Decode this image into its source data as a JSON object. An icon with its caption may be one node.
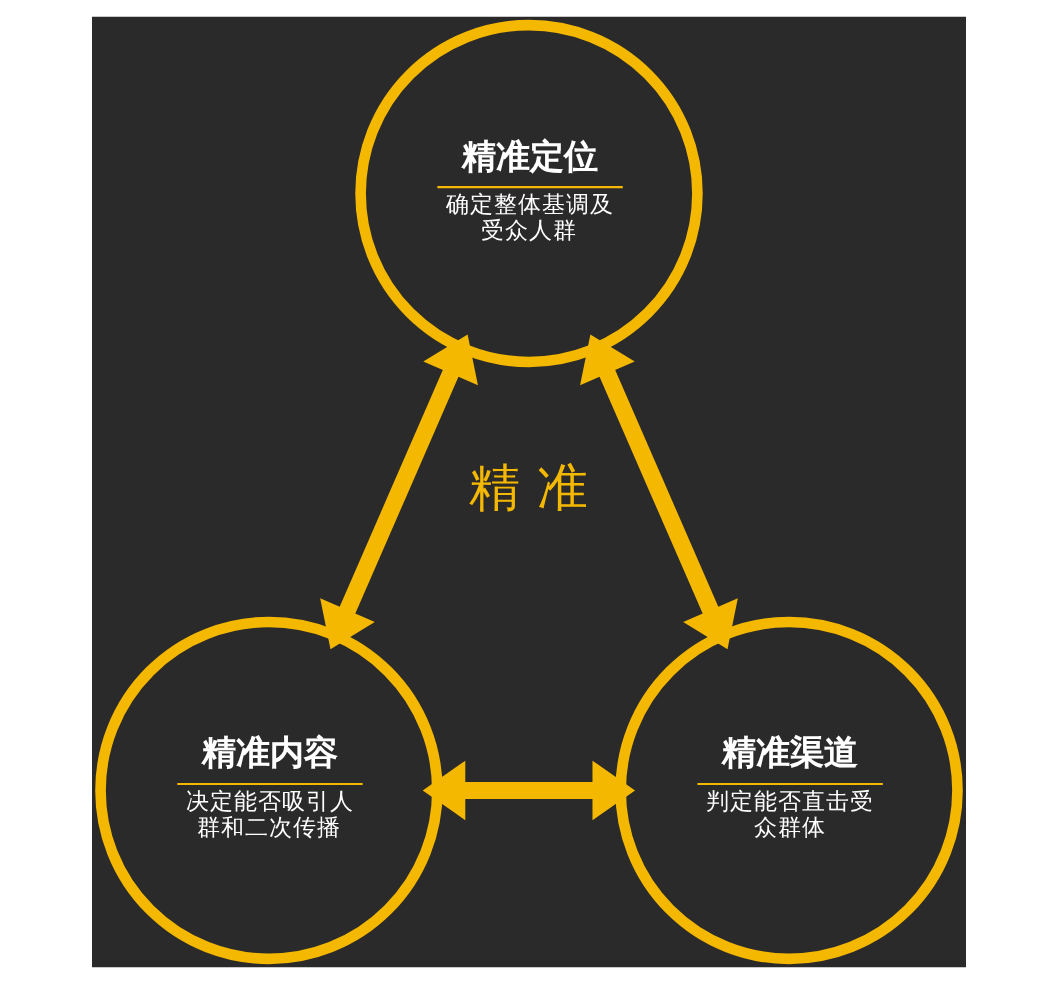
{
  "diagram": {
    "nodes": [
      {
        "text": [
          "精准定位",
          "确定整体基调及受众人群"
        ]
      },
      {
        "text": [
          "精准内容",
          "决定能否吸引人群和二次传播"
        ]
      },
      {
        "text": [
          "精准渠道",
          "判定能否直击受众群体"
        ]
      }
    ],
    "edges": [
      {
        "from": 0,
        "to": 1,
        "arrow": "both"
      },
      {
        "from": 0,
        "to": 2,
        "arrow": "both"
      },
      {
        "from": 1,
        "to": 2,
        "arrow": "both"
      }
    ],
    "labels": [
      "精 准"
    ]
  }
}
